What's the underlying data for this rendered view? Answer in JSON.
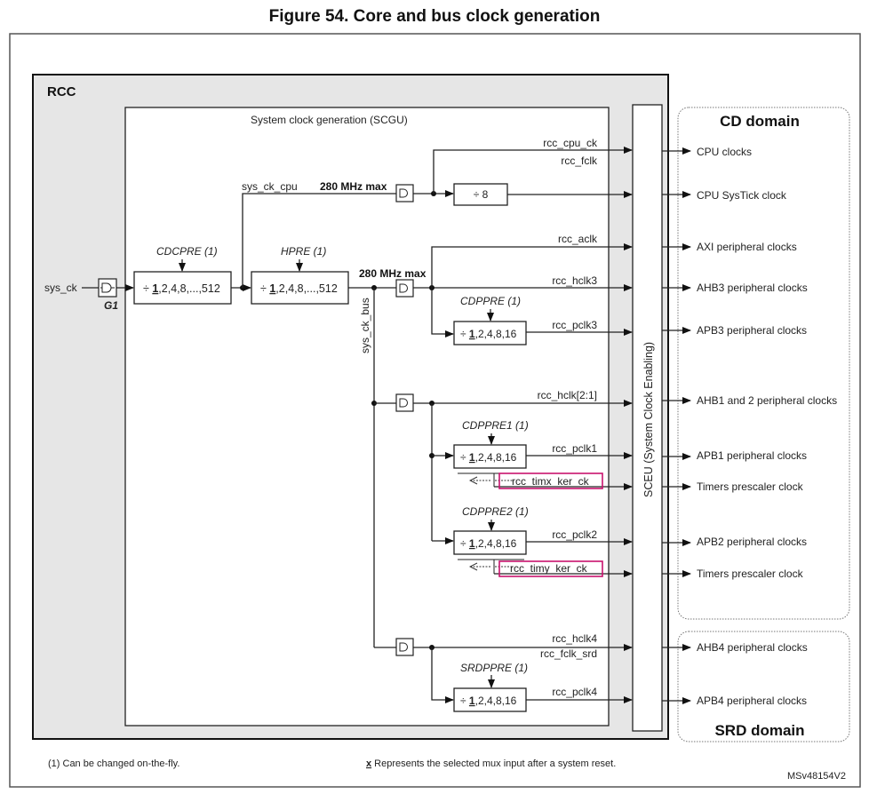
{
  "figure": {
    "title": "Figure 54. Core and bus clock generation",
    "rcc_label": "RCC",
    "scgu_label": "System clock generation (SCGU)",
    "sceu_label": "SCEU (System Clock Enabling)",
    "input_signal": "sys_ck",
    "gate_label": "G1",
    "footnote_left": "(1) Can be changed on-the-fly.",
    "footnote_mid_marker": "x",
    "footnote_mid": " Represents the selected mux input after a system reset.",
    "ref_code": "MSv48154V2"
  },
  "prescalers": [
    {
      "id": "cdcpre",
      "name": "CDCPRE (1)",
      "prefix": "÷ ",
      "default": "1",
      "rest": ",2,4,8,...,512"
    },
    {
      "id": "hpre",
      "name": "HPRE (1)",
      "prefix": "÷ ",
      "default": "1",
      "rest": ",2,4,8,...,512"
    },
    {
      "id": "cdppre",
      "name": "CDPPRE (1)",
      "prefix": "÷ ",
      "default": "1",
      "rest": ",2,4,8,16"
    },
    {
      "id": "cdppre1",
      "name": "CDPPRE1 (1)",
      "prefix": "÷ ",
      "default": "1",
      "rest": ",2,4,8,16"
    },
    {
      "id": "cdppre2",
      "name": "CDPPRE2 (1)",
      "prefix": "÷ ",
      "default": "1",
      "rest": ",2,4,8,16"
    },
    {
      "id": "srdppre",
      "name": "SRDPPRE (1)",
      "prefix": "÷ ",
      "default": "1",
      "rest": ",2,4,8,16"
    }
  ],
  "divider8": "÷ 8",
  "internal_signals": {
    "sys_ck_cpu": "sys_ck_cpu",
    "sys_ck_bus": "sys_ck_bus",
    "max_cpu": "280 MHz max",
    "max_bus": "280 MHz max"
  },
  "outputs": [
    {
      "signal": "rcc_cpu_ck",
      "signal2": "rcc_fclk",
      "dest": "CPU clocks"
    },
    {
      "signal": "",
      "signal2": "",
      "dest": "CPU SysTick clock"
    },
    {
      "signal": "rcc_aclk",
      "signal2": "",
      "dest": "AXI peripheral clocks"
    },
    {
      "signal": "rcc_hclk3",
      "signal2": "",
      "dest": "AHB3 peripheral clocks"
    },
    {
      "signal": "rcc_pclk3",
      "signal2": "",
      "dest": "APB3 peripheral clocks"
    },
    {
      "signal": "rcc_hclk[2:1]",
      "signal2": "",
      "dest": "AHB1 and 2 peripheral clocks"
    },
    {
      "signal": "rcc_pclk1",
      "signal2": "",
      "dest": "APB1 peripheral clocks"
    },
    {
      "signal": "rcc_timx_ker_ck",
      "signal2": "",
      "dest": "Timers prescaler clock",
      "highlight": true
    },
    {
      "signal": "rcc_pclk2",
      "signal2": "",
      "dest": "APB2 peripheral clocks"
    },
    {
      "signal": "rcc_timy_ker_ck",
      "signal2": "",
      "dest": "Timers prescaler clock",
      "highlight": true
    },
    {
      "signal": "rcc_hclk4",
      "signal2": "rcc_fclk_srd",
      "dest": "AHB4 peripheral clocks"
    },
    {
      "signal": "rcc_pclk4",
      "signal2": "",
      "dest": "APB4 peripheral clocks"
    }
  ],
  "domains": {
    "cd": "CD domain",
    "srd": "SRD domain"
  },
  "colors": {
    "rcc_fill": "#e6e6e6",
    "highlight": "#c8136e",
    "line": "#222222"
  }
}
